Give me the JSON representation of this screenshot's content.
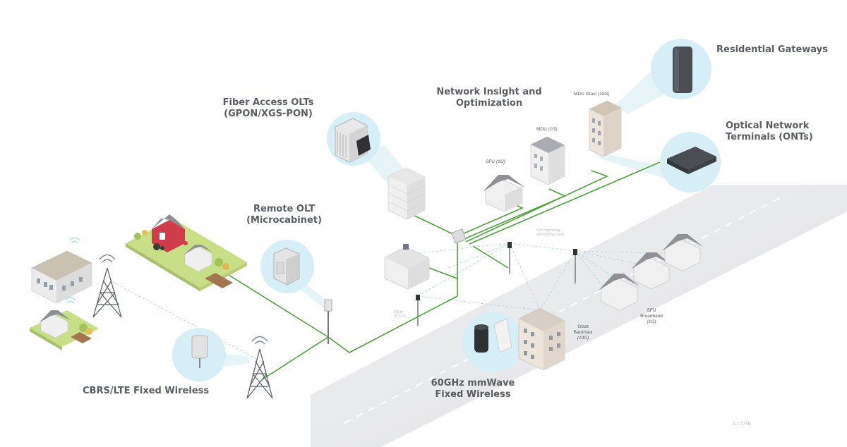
{
  "labels": {
    "fiber_olts_line1": "Fiber Access OLTs",
    "fiber_olts_line2": "(GPON/XGS-PON)",
    "insight_line1": "Network Insight and",
    "insight_line2": "Optimization",
    "residential_gateways": "Residential Gateways",
    "ont_line1": "Optical Network",
    "ont_line2": "Terminals (ONTs)",
    "remote_olt_line1": "Remote OLT",
    "remote_olt_line2": "(Microcabinet)",
    "cbrs": "CBRS/LTE Fixed Wireless",
    "mmwave_line1": "60GHz mmWave",
    "mmwave_line2": "Fixed Wireless"
  },
  "small_labels": {
    "mdu_gfast": "MDU Gfast (10G)",
    "mdu": "MDU",
    "mdu_speed": "(1G)",
    "sfu": "SFU",
    "sfu_speed": "(1G)",
    "gfast_backhaul_1": "Gfast",
    "gfast_backhaul_2": "Backhaul",
    "gfast_backhaul_3": "(10G)",
    "sfu_broadband_1": "SFU",
    "sfu_broadband_2": "Broadband",
    "sfu_broadband_3": "(1G)",
    "mesh_1": "Self-organizing",
    "mesh_2": "self-healing mesh",
    "dn_1": "DN to",
    "dn_2": "32 CPE"
  },
  "watermark": "ILL724B",
  "colors": {
    "fiber": "#4ca33a",
    "circle": "#d6eef5",
    "road": "#e9eaeb",
    "building": "#e8e8e8",
    "roof": "#8d9196",
    "grass": "#c7dd85",
    "label": "#5a5e63"
  }
}
